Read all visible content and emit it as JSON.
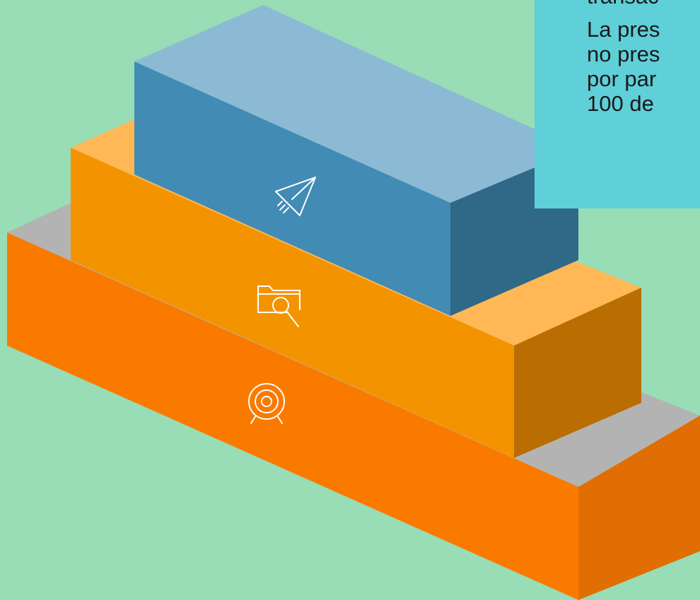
{
  "colors": {
    "background": "#98DDB5",
    "panel": "#5FCFD8",
    "panel_text": "#1A1A1A",
    "icon_stroke": "#FFFFFF",
    "bottom_block": {
      "top": "#B3B3B3",
      "front": "#FA7A00",
      "side": "#E16E03"
    },
    "middle_block": {
      "top": "#FFB855",
      "front": "#F49300",
      "side": "#BA6D00"
    },
    "top_block": {
      "top": "#8CBAD4",
      "front": "#428BB5",
      "side": "#306888"
    }
  },
  "blocks": [
    {
      "id": "bottom",
      "icon": "target-icon"
    },
    {
      "id": "middle",
      "icon": "folder-search-icon"
    },
    {
      "id": "top",
      "icon": "paper-plane-icon"
    }
  ],
  "text_panel": {
    "lines_first": [
      "transac"
    ],
    "lines_second": [
      "La pres",
      "no pres",
      "por par",
      "100 de"
    ]
  }
}
